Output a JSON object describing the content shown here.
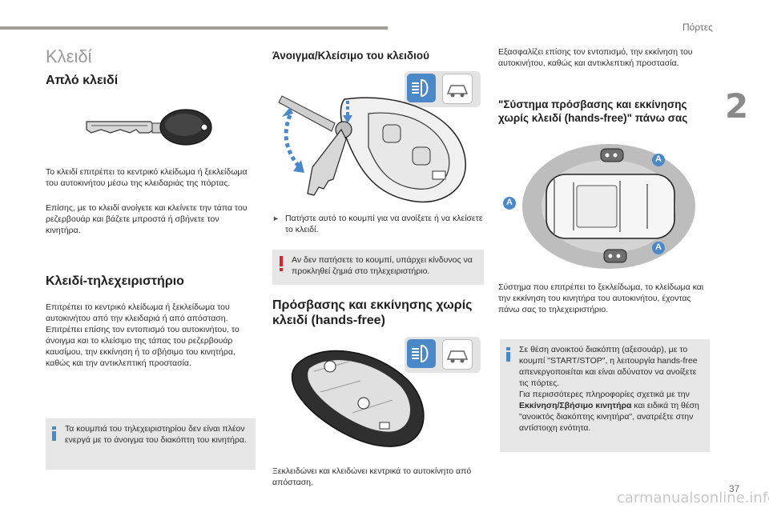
{
  "header": {
    "section": "Πόρτες",
    "chapter": "2",
    "page": "37"
  },
  "col1": {
    "title": "Κλειδί",
    "h_simple": "Απλό κλειδί",
    "p_simple_1": "Το κλειδί επιτρέπει το κεντρικό κλείδωμα ή ξεκλείδωμα του αυτοκινήτου μέσω της κλειδαριάς της πόρτας.",
    "p_simple_2": "Επίσης, με το κλειδί ανοίγετε και κλείνετε την τάπα του ρεζερβουάρ και βάζετε μπροστά ή σβήνετε τον κινητήρα.",
    "h_remote": "Κλειδί-τηλεχειριστήριο",
    "p_remote": "Επιτρέπει το κεντρικό κλείδωμα ή ξεκλείδωμα του αυτοκινήτου από την κλειδαριά ή από απόσταση. Επιτρέπει επίσης τον εντοπισμό του αυτοκινήτου, το άνοιγμα και το κλείσιμο της τάπας του ρεζερβουάρ καυσίμου, την εκκίνηση ή το σβήσιμο του κινητήρα, καθώς και την αντικλεπτική προστασία.",
    "info": "Τα κουμπιά του τηλεχειριστηρίου δεν είναι πλέον ενεργά με το άνοιγμα του διακόπτη του κινητήρα."
  },
  "col2": {
    "h_fold": "Άνοιγμα/Κλείσιμο του κλειδιού",
    "bullet": "Πατήστε αυτό το κουμπί για να ανοίξετε ή να κλείσετε το κλειδί.",
    "bullet_icon": "",
    "warning": "Αν δεν πατήσετε το κουμπί, υπάρχει κίνδυνος να προκληθεί ζημιά στο τηλεχειριστήριο.",
    "h_handsfree": "Πρόσβασης και εκκίνησης χωρίς κλειδί (hands-free)",
    "p_unlock": "Ξεκλειδώνει και κλειδώνει κεντρικά το αυτοκίνητο από απόσταση."
  },
  "col3": {
    "p_top": "Εξασφαλίζει επίσης τον εντοπισμό, την εκκίνηση του αυτοκινήτου, καθώς και αντικλεπτική προστασία.",
    "h_system": "\"Σύστημα πρόσβασης και εκκίνησης χωρίς κλειδί (hands-free)\" πάνω σας",
    "zone_label": "A",
    "p_system": "Σύστημα που επιτρέπει το ξεκλείδωμα, το κλείδωμα και την εκκίνηση του κινητήρα του αυτοκινήτου, έχοντας πάνω σας το τηλεχειριστήριο.",
    "info_1": "Σε θέση ανοικτού διακόπτη (αξεσουάρ), με το κουμπί \"START/STOP\", η λειτουργία hands-free απενεργοποιείται και είναι αδύνατον να ανοίξετε τις πόρτες.",
    "info_2": "Για περισσότερες πληροφορίες σχετικά με την",
    "info_bold": "Εκκίνηση/Σβήσιμο κινητήρα",
    "info_3": "και ειδικά τη θέση \"ανοικτός διακόπτης κινητήρα\", ανατρέξτε στην αντίστοιχη ενότητα."
  },
  "watermark": "carmanualsonline.info",
  "colors": {
    "accent_blue": "#4a88c7",
    "warning_red": "#d9262e",
    "box_gray": "#e6e6e6"
  },
  "icons": [
    "headlamp-icon",
    "car-door-icon",
    "info-icon",
    "warning-icon",
    "bullet-arrow-icon"
  ]
}
